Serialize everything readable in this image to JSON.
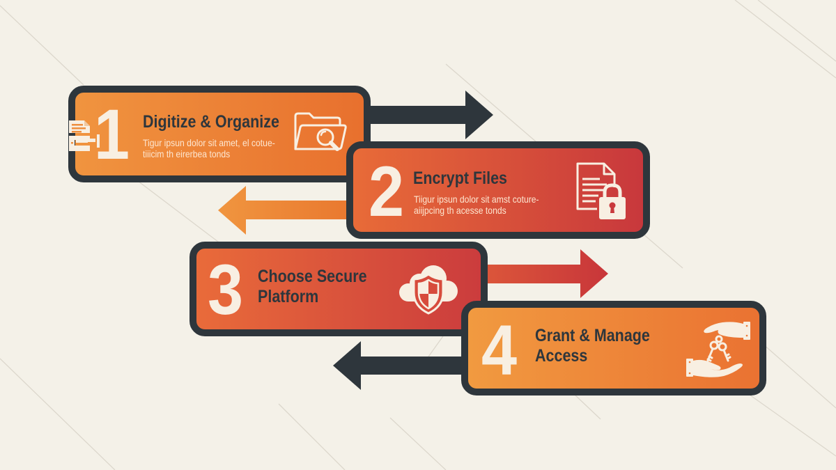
{
  "canvas": {
    "background": "#f4f1e8",
    "line_color": "#dcd7cc"
  },
  "theme": {
    "dark": "#2e363c",
    "numeral": "#f8efe2",
    "description": "#fde6d0",
    "icon": "#f8efe2"
  },
  "side_icon": "document-connector-icon",
  "steps": [
    {
      "number": "1",
      "title_lines": [
        "Digitize & Organize"
      ],
      "description_lines": [
        "Tigur ipsun dolor sit amet, el cotue-",
        "tiiicim th eirerbea tonds"
      ],
      "icon": "folder-search-icon",
      "gradient": [
        "#f0943f",
        "#e8702e"
      ]
    },
    {
      "number": "2",
      "title_lines": [
        "Encrypt Files"
      ],
      "description_lines": [
        "Tiigur ipsun dolor sit amst coture-",
        "aiijpcing th acesse tonds"
      ],
      "icon": "document-lock-icon",
      "gradient": [
        "#e86b38",
        "#c8383c"
      ]
    },
    {
      "number": "3",
      "title_lines": [
        "Choose Secure",
        "Platform"
      ],
      "icon": "cloud-shield-icon",
      "gradient": [
        "#e96b3a",
        "#cb3c3d"
      ]
    },
    {
      "number": "4",
      "title_lines": [
        "Grant & Manage",
        "Access"
      ],
      "icon": "hands-keys-icon",
      "gradient": [
        "#f19a40",
        "#ea7232"
      ]
    }
  ],
  "arrows": [
    {
      "direction": "right",
      "color": "#2e363c"
    },
    {
      "direction": "left",
      "gradient": [
        "#f0953f",
        "#e9782f"
      ]
    },
    {
      "direction": "right",
      "gradient": [
        "#dc573a",
        "#c8363a"
      ]
    },
    {
      "direction": "left",
      "color": "#2e363c"
    }
  ]
}
